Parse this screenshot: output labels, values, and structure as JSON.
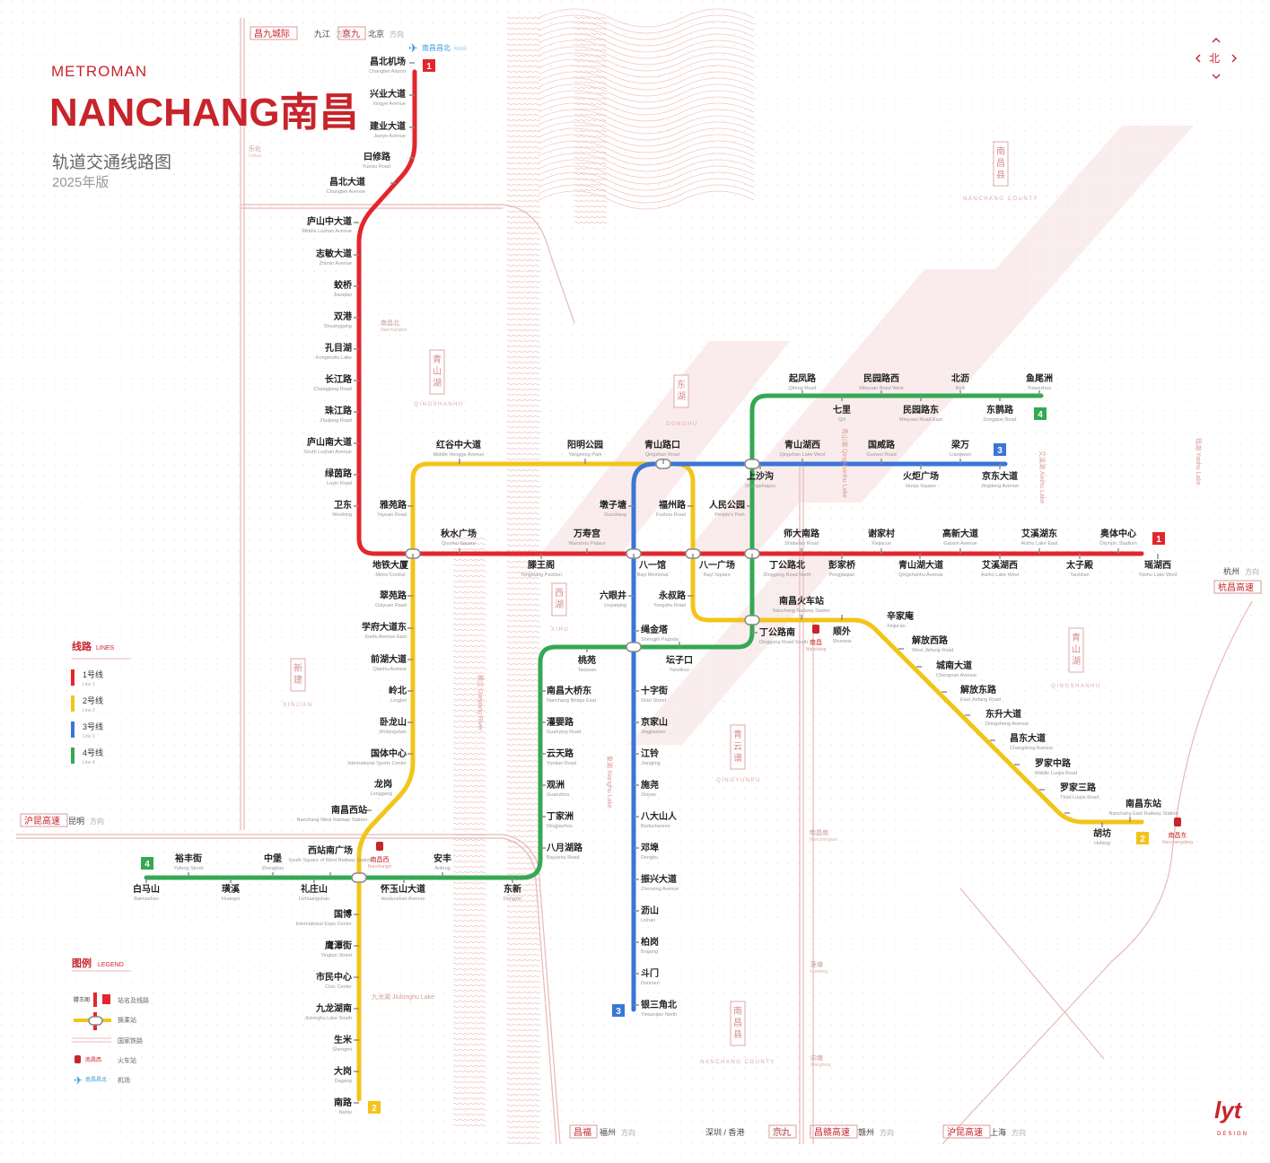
{
  "header": {
    "brand": "METROMAN",
    "city_en": "NANCHANG",
    "city_cn": "南昌",
    "subtitle": "轨道交通线路图",
    "year": "2025年版"
  },
  "compass": {
    "label": "北"
  },
  "logo": {
    "mark": "lyt",
    "text": "DESIGN"
  },
  "colors": {
    "line1": "#e3262c",
    "line2": "#f3c419",
    "line3": "#3a76d5",
    "line4": "#34a853",
    "rail": "#e8b8b8",
    "accent": "#c8242b",
    "area": "#f4d2d2"
  },
  "lines_legend": {
    "title": "线路",
    "title_en": "LINES",
    "items": [
      {
        "name": "1号线",
        "en": "Line 1",
        "color": "#e3262c"
      },
      {
        "name": "2号线",
        "en": "Line 2",
        "color": "#f3c419"
      },
      {
        "name": "3号线",
        "en": "Line 3",
        "color": "#3a76d5"
      },
      {
        "name": "4号线",
        "en": "Line 4",
        "color": "#34a853"
      }
    ]
  },
  "symbol_legend": {
    "title": "图例",
    "title_en": "LEGEND",
    "items": [
      {
        "sample": "滕王阁",
        "label": "站名及线路"
      },
      {
        "label": "换乘站"
      },
      {
        "label": "国家铁路"
      },
      {
        "sample": "南昌西",
        "label": "火车站"
      },
      {
        "sample": "南昌昌北",
        "label": "机场"
      }
    ]
  },
  "directions": [
    {
      "tags": [
        "昌九城际"
      ],
      "text": "九江",
      "suffix": "方向"
    },
    {
      "tags": [
        "京九"
      ],
      "text": "北京",
      "suffix": "方向"
    },
    {
      "tags": [
        "沪昆高速"
      ],
      "text": "昆明",
      "suffix": "方向"
    },
    {
      "tags": [
        "杭昌高速"
      ],
      "text": "杭州",
      "suffix": "方向"
    },
    {
      "tags": [
        "昌福"
      ],
      "text": "福州",
      "suffix": "方向"
    },
    {
      "tags": [
        "京九"
      ],
      "text": "深圳 / 香港",
      "suffix": "方向"
    },
    {
      "tags": [
        "昌赣高速"
      ],
      "text": "赣州",
      "suffix": "方向"
    },
    {
      "tags": [
        "沪昆高速"
      ],
      "text": "上海",
      "suffix": "方向"
    }
  ],
  "areas": [
    {
      "cn": "青山湖",
      "en": "QINGSHANHU"
    },
    {
      "cn": "东湖",
      "en": "DONGHU"
    },
    {
      "cn": "南昌县",
      "en": "NANCHANG COUNTY"
    },
    {
      "cn": "西湖",
      "en": "XIHU"
    },
    {
      "cn": "新建",
      "en": "XINJIAN"
    },
    {
      "cn": "青云谱",
      "en": "QINGYUNPU"
    },
    {
      "cn": "青山湖",
      "en": "QINGSHANHU"
    },
    {
      "cn": "南昌县",
      "en": "NANCHANG COUNTY"
    }
  ],
  "minor_places": [
    {
      "cn": "乐化",
      "en": "Lehua"
    },
    {
      "cn": "南昌北",
      "en": "Nanchangbei"
    },
    {
      "cn": "南昌南",
      "en": "Nanchangnan"
    },
    {
      "cn": "莲塘",
      "en": "Liantang"
    },
    {
      "cn": "向塘",
      "en": "Xiangtang"
    }
  ],
  "water": [
    {
      "cn": "赣江",
      "en": "Ganjiang River"
    },
    {
      "cn": "青山湖",
      "en": "Qingshanhu Lake"
    },
    {
      "cn": "艾溪湖",
      "en": "Aixihu Lake"
    },
    {
      "cn": "瑶湖",
      "en": "Yaohu Lake"
    },
    {
      "cn": "象湖",
      "en": "Xianghu Lake"
    },
    {
      "cn": "九龙湖",
      "en": "Jiulonghu Lake"
    }
  ],
  "railway_stations": [
    {
      "cn": "南昌西",
      "en": "Nanchangxi"
    },
    {
      "cn": "南昌",
      "en": "Nanchang"
    },
    {
      "cn": "南昌东",
      "en": "Nanchangdong"
    }
  ],
  "airport": {
    "cn": "南昌昌北",
    "en": "Kimn"
  },
  "stations": [
    {
      "cn": "昌北机场",
      "en": "Changbei Airport"
    },
    {
      "cn": "兴业大道",
      "en": "Xingye Avenue"
    },
    {
      "cn": "建业大道",
      "en": "Jianye Avenue"
    },
    {
      "cn": "曰修路",
      "en": "Yuexiu Road"
    },
    {
      "cn": "昌北大道",
      "en": "Changbei Avenue"
    },
    {
      "cn": "庐山中大道",
      "en": "Middle Lushan Avenue"
    },
    {
      "cn": "志敏大道",
      "en": "Zhimin Avenue"
    },
    {
      "cn": "蛟桥",
      "en": "Jiaoqiao"
    },
    {
      "cn": "双港",
      "en": "Shuanggang"
    },
    {
      "cn": "孔目湖",
      "en": "Kongmuhu Lake"
    },
    {
      "cn": "长江路",
      "en": "Changjiang Road"
    },
    {
      "cn": "珠江路",
      "en": "Zhujiang Road"
    },
    {
      "cn": "庐山南大道",
      "en": "South Lushan Avenue"
    },
    {
      "cn": "绿茵路",
      "en": "Luyin Road"
    },
    {
      "cn": "卫东",
      "en": "Weidong"
    },
    {
      "cn": "雅苑路",
      "en": "Yayuan Road"
    },
    {
      "cn": "秋水广场",
      "en": "Qiushui Square"
    },
    {
      "cn": "地铁大厦",
      "en": "Metro Central"
    },
    {
      "cn": "滕王阁",
      "en": "Tengwang Pavilion"
    },
    {
      "cn": "万寿宫",
      "en": "Wanshou Palace"
    },
    {
      "cn": "八一馆",
      "en": "Bayi Memorial"
    },
    {
      "cn": "八一广场",
      "en": "Bayi Square"
    },
    {
      "cn": "丁公路北",
      "en": "Dinggong Road North"
    },
    {
      "cn": "师大南路",
      "en": "Shidanan Road"
    },
    {
      "cn": "彭家桥",
      "en": "Pengjiaqiao"
    },
    {
      "cn": "谢家村",
      "en": "Xiejiacun"
    },
    {
      "cn": "青山湖大道",
      "en": "Qingshanhu Avenue"
    },
    {
      "cn": "高新大道",
      "en": "Gaoxin Avenue"
    },
    {
      "cn": "艾溪湖西",
      "en": "Aixihu Lake West"
    },
    {
      "cn": "艾溪湖东",
      "en": "Aixihu Lake East"
    },
    {
      "cn": "太子殿",
      "en": "Taizidian"
    },
    {
      "cn": "奥体中心",
      "en": "Olympic Stadium"
    },
    {
      "cn": "瑶湖西",
      "en": "Yaohu Lake West"
    },
    {
      "cn": "红谷中大道",
      "en": "Middle Honggu Avenue"
    },
    {
      "cn": "阳明公园",
      "en": "Yangming Park"
    },
    {
      "cn": "青山路口",
      "en": "Qingshan Road"
    },
    {
      "cn": "福州路",
      "en": "Fuzhou Road"
    },
    {
      "cn": "墩子塘",
      "en": "Dunzitang"
    },
    {
      "cn": "翠苑路",
      "en": "Cuiyuan Road"
    },
    {
      "cn": "学府大道东",
      "en": "Xuefu Avenue East"
    },
    {
      "cn": "前湖大道",
      "en": "Qianhu Avenue"
    },
    {
      "cn": "岭北",
      "en": "Lingbei"
    },
    {
      "cn": "卧龙山",
      "en": "Wolongshan"
    },
    {
      "cn": "国体中心",
      "en": "International Sports Center"
    },
    {
      "cn": "龙岗",
      "en": "Longgang"
    },
    {
      "cn": "南昌西站",
      "en": "Nanchang West Railway Station"
    },
    {
      "cn": "国博",
      "en": "International Expo Center"
    },
    {
      "cn": "鹰潭街",
      "en": "Yingtan Street"
    },
    {
      "cn": "市民中心",
      "en": "Civic Center"
    },
    {
      "cn": "九龙湖南",
      "en": "Jiulonghu Lake South"
    },
    {
      "cn": "生米",
      "en": "Shengmi"
    },
    {
      "cn": "大岗",
      "en": "Dagang"
    },
    {
      "cn": "南路",
      "en": "Nanlu"
    },
    {
      "cn": "永叔路",
      "en": "Yongshu Road"
    },
    {
      "cn": "六眼井",
      "en": "Liuyanjing"
    },
    {
      "cn": "绳金塔",
      "en": "Shengjin Pagoda"
    },
    {
      "cn": "人民公园",
      "en": "People's Park"
    },
    {
      "cn": "丁公路南",
      "en": "Dinggong Road South"
    },
    {
      "cn": "南昌火车站",
      "en": "Nanchang Railway Station"
    },
    {
      "cn": "顺外",
      "en": "Shunwai"
    },
    {
      "cn": "辛家庵",
      "en": "Xinjia'an"
    },
    {
      "cn": "解放西路",
      "en": "West Jiefang Road"
    },
    {
      "cn": "城南大道",
      "en": "Chengnan Avenue"
    },
    {
      "cn": "解放东路",
      "en": "East Jiefang Road"
    },
    {
      "cn": "东升大道",
      "en": "Dongsheng Avenue"
    },
    {
      "cn": "昌东大道",
      "en": "Changdong Avenue"
    },
    {
      "cn": "罗家中路",
      "en": "Middle Luojia Road"
    },
    {
      "cn": "罗家三路",
      "en": "Third Luojia Road"
    },
    {
      "cn": "南昌东站",
      "en": "Nanchang East Railway Station"
    },
    {
      "cn": "胡坊",
      "en": "Hufang"
    },
    {
      "cn": "上沙沟",
      "en": "Shangshagou"
    },
    {
      "cn": "青山湖西",
      "en": "Qingshan Lake West"
    },
    {
      "cn": "国威路",
      "en": "Guowei Road"
    },
    {
      "cn": "梁万",
      "en": "Liangwan"
    },
    {
      "cn": "火炬广场",
      "en": "Huoju Square"
    },
    {
      "cn": "京东大道",
      "en": "Jingdong Avenue"
    },
    {
      "cn": "坛子口",
      "en": "Tanzikou"
    },
    {
      "cn": "十字街",
      "en": "Shizi Street"
    },
    {
      "cn": "京家山",
      "en": "Jingjiashan"
    },
    {
      "cn": "江铃",
      "en": "Jiangling"
    },
    {
      "cn": "施尧",
      "en": "Shiyao"
    },
    {
      "cn": "八大山人",
      "en": "Badashanren"
    },
    {
      "cn": "邓埠",
      "en": "Dengbu"
    },
    {
      "cn": "振兴大道",
      "en": "Zhenxing Avenue"
    },
    {
      "cn": "沥山",
      "en": "Lishan"
    },
    {
      "cn": "柏岗",
      "en": "Bogang"
    },
    {
      "cn": "斗门",
      "en": "Doumen"
    },
    {
      "cn": "银三角北",
      "en": "Yinsanjiao North"
    },
    {
      "cn": "起凤路",
      "en": "Qifeng Road"
    },
    {
      "cn": "民园路西",
      "en": "Minyuan Road West"
    },
    {
      "cn": "北沥",
      "en": "Beili"
    },
    {
      "cn": "鱼尾洲",
      "en": "Yuweizhou"
    },
    {
      "cn": "七里",
      "en": "Qili"
    },
    {
      "cn": "民园路东",
      "en": "Minyuan Road East"
    },
    {
      "cn": "东鹊路",
      "en": "Dongque Road"
    },
    {
      "cn": "桃苑",
      "en": "Taoyuan"
    },
    {
      "cn": "南昌大桥东",
      "en": "Nanchang Bridge East"
    },
    {
      "cn": "灌婴路",
      "en": "Guanying Road"
    },
    {
      "cn": "云天路",
      "en": "Yuntian Road"
    },
    {
      "cn": "观洲",
      "en": "Guanzhou"
    },
    {
      "cn": "丁家洲",
      "en": "Dingjiazhou"
    },
    {
      "cn": "八月湖路",
      "en": "Bayuehu Road"
    },
    {
      "cn": "安丰",
      "en": "Anfeng"
    },
    {
      "cn": "东新",
      "en": "Dongxin"
    },
    {
      "cn": "怀玉山大道",
      "en": "Huaiyushan Avenue"
    },
    {
      "cn": "西站南广场",
      "en": "South Square of West Railway Station"
    },
    {
      "cn": "礼庄山",
      "en": "Lizhuangshan"
    },
    {
      "cn": "中堡",
      "en": "Zhongbao"
    },
    {
      "cn": "璜溪",
      "en": "Huangxi"
    },
    {
      "cn": "裕丰街",
      "en": "Yufeng Street"
    },
    {
      "cn": "白马山",
      "en": "Baimashan"
    }
  ],
  "terminal_badges": [
    "1",
    "1",
    "2",
    "2",
    "3",
    "3",
    "4",
    "4"
  ]
}
